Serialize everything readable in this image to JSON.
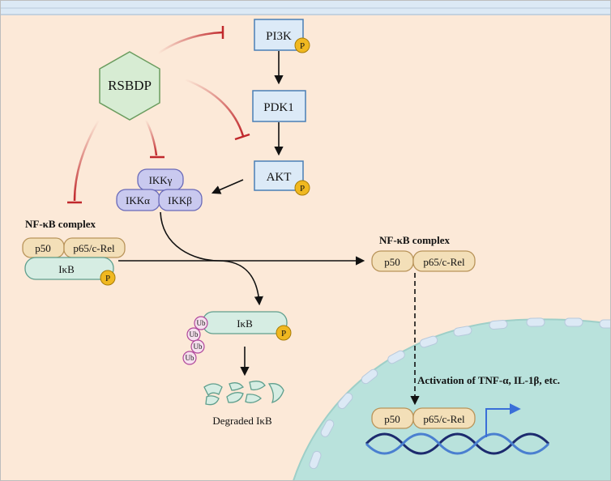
{
  "inhibitor": {
    "label": "RSBDP"
  },
  "pathway": {
    "pi3k": "PI3K",
    "pdk1": "PDK1",
    "akt": "AKT",
    "phospho": "P"
  },
  "ikk": {
    "gamma": "IKKγ",
    "alpha": "IKKα",
    "beta": "IKKβ"
  },
  "nfkb_left": {
    "title": "NF-κB complex",
    "p50": "p50",
    "p65": "p65/c-Rel",
    "ikb": "IκB"
  },
  "nfkb_right": {
    "title": "NF-κB complex",
    "p50": "p50",
    "p65": "p65/c-Rel"
  },
  "degradation": {
    "ikb": "IκB",
    "ubiquitin": [
      "Ub",
      "Ub",
      "Ub",
      "Ub"
    ],
    "caption": "Degraded IκB"
  },
  "nucleus": {
    "activation_text": "Activation of TNF-α, IL-1β, etc.",
    "p50": "p50",
    "p65": "p65/c-Rel"
  },
  "colors": {
    "cytoplasm": "#fce9d8",
    "membrane": "#dce9f5",
    "nucleus": "#b9e2dc",
    "kinase_fill": "#dceaf7",
    "kinase_stroke": "#4a7fb5",
    "ikk_fill": "#c9c9ef",
    "subunit_fill": "#f3dfb8",
    "ikb_fill": "#d6ede3",
    "phospho_fill": "#f0b820",
    "inhibition": "#c0282c",
    "hexagon_fill": "#d7ecd3",
    "hexagon_stroke": "#6a9c5e",
    "dna_dark": "#1c2a6e",
    "dna_light": "#4a7fd0",
    "tss_arrow": "#3a6fd8",
    "ub_stroke": "#b0479b"
  }
}
